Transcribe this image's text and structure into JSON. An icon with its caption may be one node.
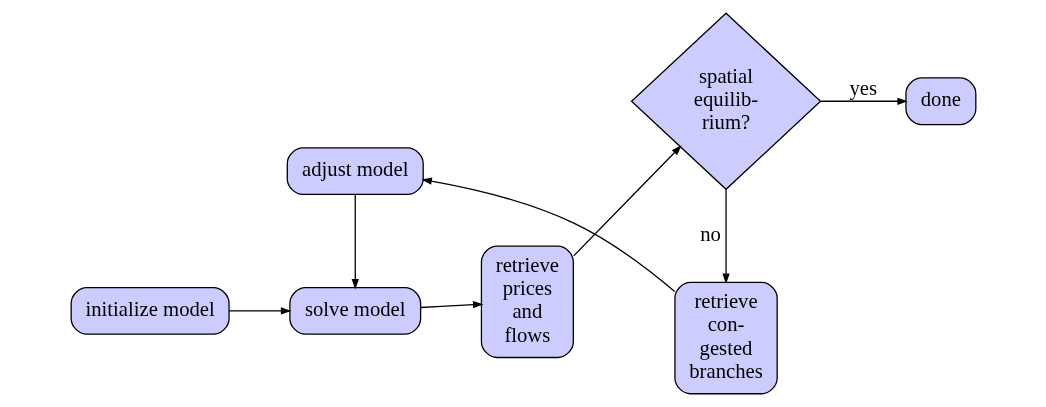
{
  "diagram": {
    "nodes": [
      {
        "text": [
          "initialize model"
        ]
      },
      {
        "text": [
          "solve model"
        ]
      },
      {
        "text": [
          "retrieve prices and flows"
        ]
      },
      {
        "text": [
          "spatial equilib- rium?"
        ]
      },
      {
        "text": [
          "done"
        ]
      },
      {
        "text": [
          "retrieve con- gested branches"
        ]
      },
      {
        "text": [
          "adjust model"
        ]
      }
    ],
    "edges": [
      {
        "from": 0,
        "to": 1,
        "arrow": "to"
      },
      {
        "from": 1,
        "to": 2,
        "arrow": "to"
      },
      {
        "from": 2,
        "to": 3,
        "arrow": "to"
      },
      {
        "from": 3,
        "to": 4,
        "arrow": "to",
        "label": "yes"
      },
      {
        "from": 3,
        "to": 5,
        "arrow": "to",
        "label": "no"
      },
      {
        "from": 5,
        "to": 6,
        "arrow": "to"
      },
      {
        "from": 6,
        "to": 1,
        "arrow": "to"
      }
    ]
  }
}
